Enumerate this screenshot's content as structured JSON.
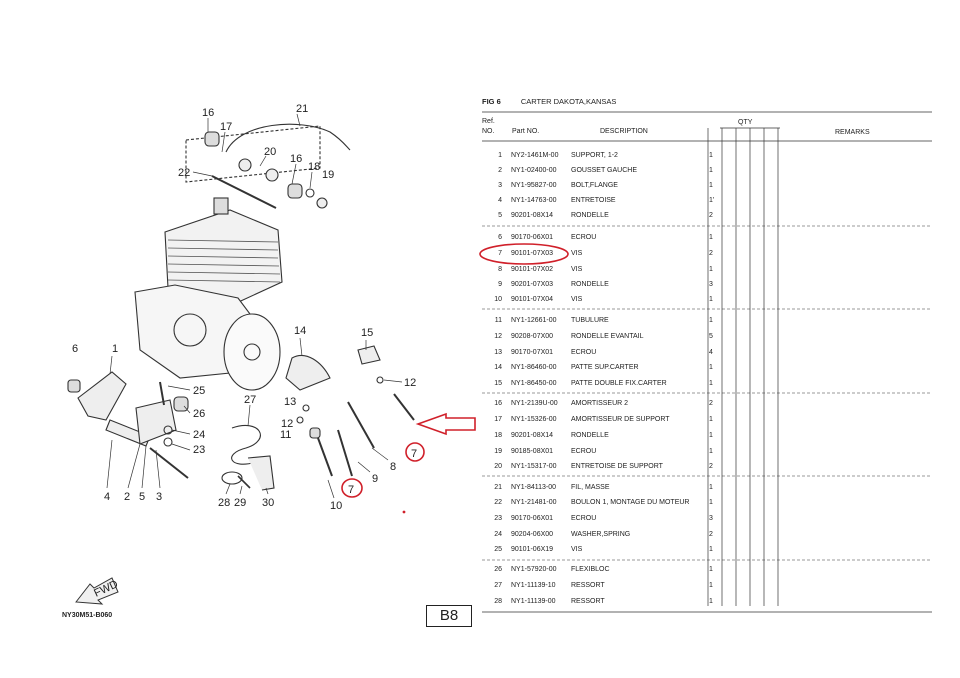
{
  "diagram": {
    "callouts": [
      "1",
      "2",
      "3",
      "4",
      "5",
      "6",
      "7",
      "7",
      "7",
      "8",
      "9",
      "10",
      "11",
      "12",
      "12",
      "13",
      "14",
      "15",
      "16",
      "16",
      "17",
      "18",
      "19",
      "20",
      "21",
      "22",
      "23",
      "24",
      "25",
      "26",
      "27",
      "28",
      "29",
      "30"
    ],
    "fwd_label": "FWD",
    "code": "NY30M51-B060"
  },
  "table": {
    "fig_label": "FIG 6",
    "fig_title": "CARTER DAKOTA,KANSAS",
    "headers": {
      "ref": "Ref.",
      "no": "NO.",
      "part_no": "Part NO.",
      "description": "DESCRIPTION",
      "qty": "QTY",
      "remarks": "REMARKS"
    },
    "rows": [
      {
        "ref": "1",
        "part": "NY2-1461M-00",
        "desc": "SUPPORT, 1-2",
        "qty": "1"
      },
      {
        "ref": "2",
        "part": "NY1-02400-00",
        "desc": "GOUSSET GAUCHE",
        "qty": "1"
      },
      {
        "ref": "3",
        "part": "NY1-95827-00",
        "desc": "BOLT,FLANGE",
        "qty": "1"
      },
      {
        "ref": "4",
        "part": "NY1-14763-00",
        "desc": "ENTRETOISE",
        "qty": "1'"
      },
      {
        "ref": "5",
        "part": "90201-08X14",
        "desc": "RONDELLE",
        "qty": "2"
      },
      {
        "ref": "6",
        "part": "90170-06X01",
        "desc": "ECROU",
        "qty": "1"
      },
      {
        "ref": "7",
        "part": "90101-07X03",
        "desc": "VIS",
        "qty": "2"
      },
      {
        "ref": "8",
        "part": "90101-07X02",
        "desc": "VIS",
        "qty": "1"
      },
      {
        "ref": "9",
        "part": "90201-07X03",
        "desc": "RONDELLE",
        "qty": "3"
      },
      {
        "ref": "10",
        "part": "90101-07X04",
        "desc": "VIS",
        "qty": "1"
      },
      {
        "ref": "11",
        "part": "NY1-12661-00",
        "desc": "TUBULURE",
        "qty": "1"
      },
      {
        "ref": "12",
        "part": "90208-07X00",
        "desc": "RONDELLE EVANTAIL",
        "qty": "5"
      },
      {
        "ref": "13",
        "part": "90170-07X01",
        "desc": "ECROU",
        "qty": "4"
      },
      {
        "ref": "14",
        "part": "NY1-86460-00",
        "desc": "PATTE SUP.CARTER",
        "qty": "1"
      },
      {
        "ref": "15",
        "part": "NY1-86450-00",
        "desc": "PATTE DOUBLE FIX.CARTER",
        "qty": "1"
      },
      {
        "ref": "16",
        "part": "NY1-2139U-00",
        "desc": "AMORTISSEUR 2",
        "qty": "2"
      },
      {
        "ref": "17",
        "part": "NY1-15326-00",
        "desc": "AMORTISSEUR DE SUPPORT",
        "qty": "1"
      },
      {
        "ref": "18",
        "part": "90201-08X14",
        "desc": "RONDELLE",
        "qty": "1"
      },
      {
        "ref": "19",
        "part": "90185-08X01",
        "desc": "ECROU",
        "qty": "1"
      },
      {
        "ref": "20",
        "part": "NY1-15317-00",
        "desc": "ENTRETOISE DE SUPPORT",
        "qty": "2"
      },
      {
        "ref": "21",
        "part": "NY1-84113-00",
        "desc": "FIL, MASSE",
        "qty": "1"
      },
      {
        "ref": "22",
        "part": "NY1-21481-00",
        "desc": "BOULON 1, MONTAGE DU MOTEUR",
        "qty": "1"
      },
      {
        "ref": "23",
        "part": "90170-06X01",
        "desc": "ECROU",
        "qty": "3"
      },
      {
        "ref": "24",
        "part": "90204-06X00",
        "desc": "WASHER,SPRING",
        "qty": "2"
      },
      {
        "ref": "25",
        "part": "90101-06X19",
        "desc": "VIS",
        "qty": "1"
      },
      {
        "ref": "26",
        "part": "NY1-57920-00",
        "desc": "FLEXIBLOC",
        "qty": "1"
      },
      {
        "ref": "27",
        "part": "NY1-11139-10",
        "desc": "RESSORT",
        "qty": "1"
      },
      {
        "ref": "28",
        "part": "NY1-11139-00",
        "desc": "RESSORT",
        "qty": "1"
      }
    ]
  },
  "page_label": "B8",
  "colors": {
    "highlight": "#d0202a",
    "ink": "#222222"
  }
}
